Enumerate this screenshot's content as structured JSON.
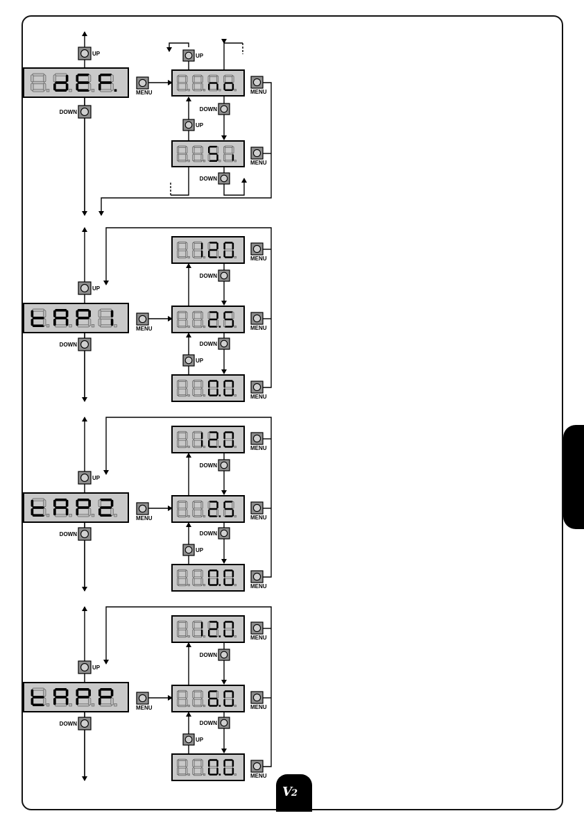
{
  "labels": {
    "up": "UP",
    "down": "DOWN",
    "menu": "MENU"
  },
  "footer": {
    "logo_text": "V2"
  },
  "sections": [
    {
      "name": "def",
      "main_display": "dEF.",
      "options": [
        "no",
        "Si"
      ]
    },
    {
      "name": "tap1",
      "main_display": "tAP1",
      "options": [
        "12.0",
        "2.5",
        "0.0"
      ]
    },
    {
      "name": "tap2",
      "main_display": "tAP2",
      "options": [
        "12.0",
        "2.5",
        "0.0"
      ]
    },
    {
      "name": "tapp",
      "main_display": "tAPP",
      "options": [
        "12.0",
        "6.0",
        "0.0"
      ]
    }
  ],
  "colors": {
    "display_bg": "#c9c9c9",
    "button_bg": "#8e8e8e",
    "segment_on": "#000000",
    "segment_off": "#b7b7b7"
  }
}
